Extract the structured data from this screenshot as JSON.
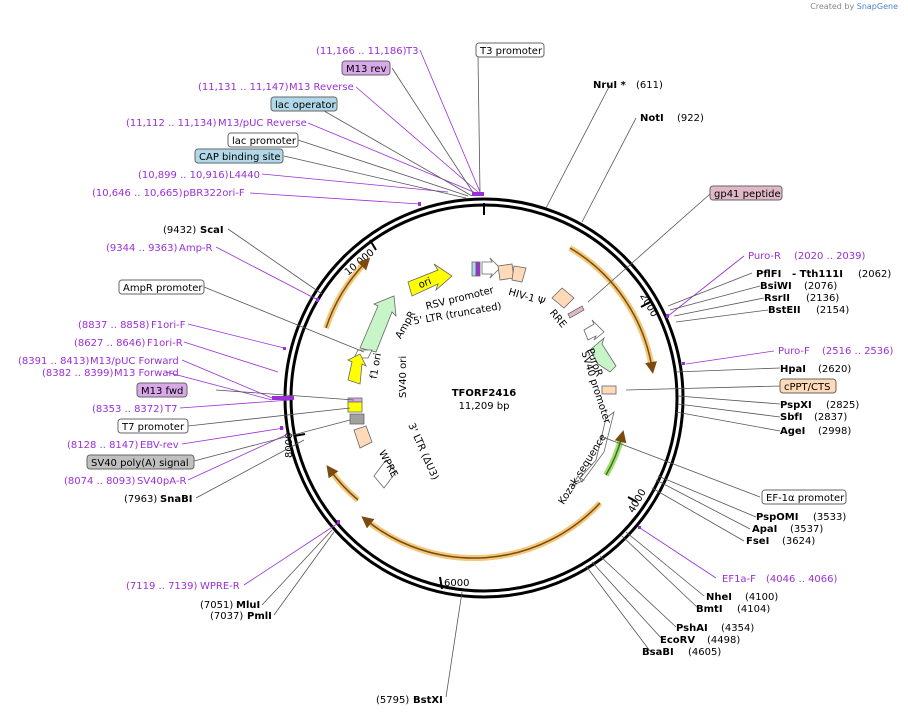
{
  "credit": {
    "prefix": "Created by",
    "brand": "SnapGene"
  },
  "plasmid": {
    "name": "TFORF2416",
    "size_label": "11,209 bp",
    "length": 11209
  },
  "ticks": [
    "2000",
    "4000",
    "6000",
    "8000",
    "10,000"
  ],
  "colors": {
    "primer": "#9a2fd6",
    "orf_arrow": "#7a4a10",
    "orf_glow": "#f2c87a",
    "ori": "#ffff00",
    "ampr": "#c8f5c8",
    "promoter": "#ffffff",
    "ltr": "#ffd9b8",
    "misc": "#b0d8e8",
    "gp41": "#e0b8c8",
    "cppt": "#ffd9b8",
    "polya": "#c0c0c0",
    "m13": "#d8a8e8"
  },
  "labels": {
    "t3_coord": "(11,166 .. 11,186)",
    "t3": "T3",
    "t3_promoter": "T3 promoter",
    "m13_rev": "M13 rev",
    "m13_reverse_coord": "(11,131 .. 11,147)",
    "m13_reverse": "M13 Reverse",
    "lac_operator": "lac operator",
    "m13puc_rev_coord": "(11,112 .. 11,134)",
    "m13puc_rev": "M13/pUC Reverse",
    "lac_promoter": "lac promoter",
    "cap": "CAP binding site",
    "l4440_coord": "(10,899 .. 10,916)",
    "l4440": "L4440",
    "pbr_coord": "(10,646 .. 10,665)",
    "pbr": "pBR322ori-F",
    "scai": "ScaI",
    "scai_pos": "(9432)",
    "ampr_primer_coord": "(9344 .. 9363)",
    "ampr_primer": "Amp-R",
    "ampr_promoter": "AmpR promoter",
    "f1orif_coord": "(8837 .. 8858)",
    "f1orif": "F1ori-F",
    "f1orir_coord": "(8627 .. 8646)",
    "f1orir": "F1ori-R",
    "m13pucf_coord": "(8391 .. 8413)",
    "m13pucf": "M13/pUC Forward",
    "m13f_coord": "(8382 .. 8399)",
    "m13f": "M13 Forward",
    "m13fwd": "M13 fwd",
    "t7_coord": "(8353 .. 8372)",
    "t7": "T7",
    "t7_promoter": "T7 promoter",
    "ebv_coord": "(8128 .. 8147)",
    "ebv": "EBV-rev",
    "sv40pa": "SV40 poly(A) signal",
    "sv40par_coord": "(8074 .. 8093)",
    "sv40par": "SV40pA-R",
    "snabi_pos": "(7963)",
    "snabi": "SnaBI",
    "wprer_coord": "(7119 .. 7139)",
    "wprer": "WPRE-R",
    "mlui_pos": "(7051)",
    "mlui": "MluI",
    "pmli_pos": "(7037)",
    "pmli": "PmlI",
    "bstxi_pos": "(5795)",
    "bstxi": "BstXI",
    "nrui": "NruI *",
    "nrui_pos": "(611)",
    "noti": "NotI",
    "noti_pos": "(922)",
    "gp41": "gp41 peptide",
    "puror_primer": "Puro-R",
    "puror_coord": "(2020 .. 2039)",
    "pflfi": "PflFI",
    "tth": "- Tth111I",
    "tth_pos": "(2062)",
    "bsiwi": "BsiWI",
    "bsiwi_pos": "(2076)",
    "rsrii": "RsrII",
    "rsrii_pos": "(2136)",
    "bsteii": "BstEII",
    "bsteii_pos": "(2154)",
    "purof": "Puro-F",
    "purof_coord": "(2516 .. 2536)",
    "hpai": "HpaI",
    "hpai_pos": "(2620)",
    "cppt": "cPPT/CTS",
    "pspxi": "PspXI",
    "pspxi_pos": "(2825)",
    "sbfi": "SbfI",
    "sbfi_pos": "(2837)",
    "agei": "AgeI",
    "agei_pos": "(2998)",
    "ef1a_promoter": "EF-1α promoter",
    "pspomi": "PspOMI",
    "pspomi_pos": "(3533)",
    "apai": "ApaI",
    "apai_pos": "(3537)",
    "fsei": "FseI",
    "fsei_pos": "(3624)",
    "ef1af": "EF1a-F",
    "ef1af_coord": "(4046 .. 4066)",
    "nhei": "NheI",
    "nhei_pos": "(4100)",
    "bmti": "BmtI",
    "bmti_pos": "(4104)",
    "pshai": "PshAI",
    "pshai_pos": "(4354)",
    "ecorv": "EcoRV",
    "ecorv_pos": "(4498)",
    "bsabi": "BsaBI",
    "bsabi_pos": "(4605)"
  },
  "features": {
    "ori": "ori",
    "ampr": "AmpR",
    "ampr_promoter": "AmpR promoter",
    "f1_ori": "f1 ori",
    "sv40_ori": "SV40 ori",
    "rsv_promoter": "RSV promoter",
    "ltr5": "5' LTR (truncated)",
    "hiv_psi": "HIV-1 Ψ",
    "rre": "RRE",
    "puror": "PuroR",
    "sv40_promoter": "SV40 promoter",
    "kozak": "Kozak sequence",
    "ltr3": "3' LTR (ΔU3)",
    "wpre": "WPRE"
  }
}
